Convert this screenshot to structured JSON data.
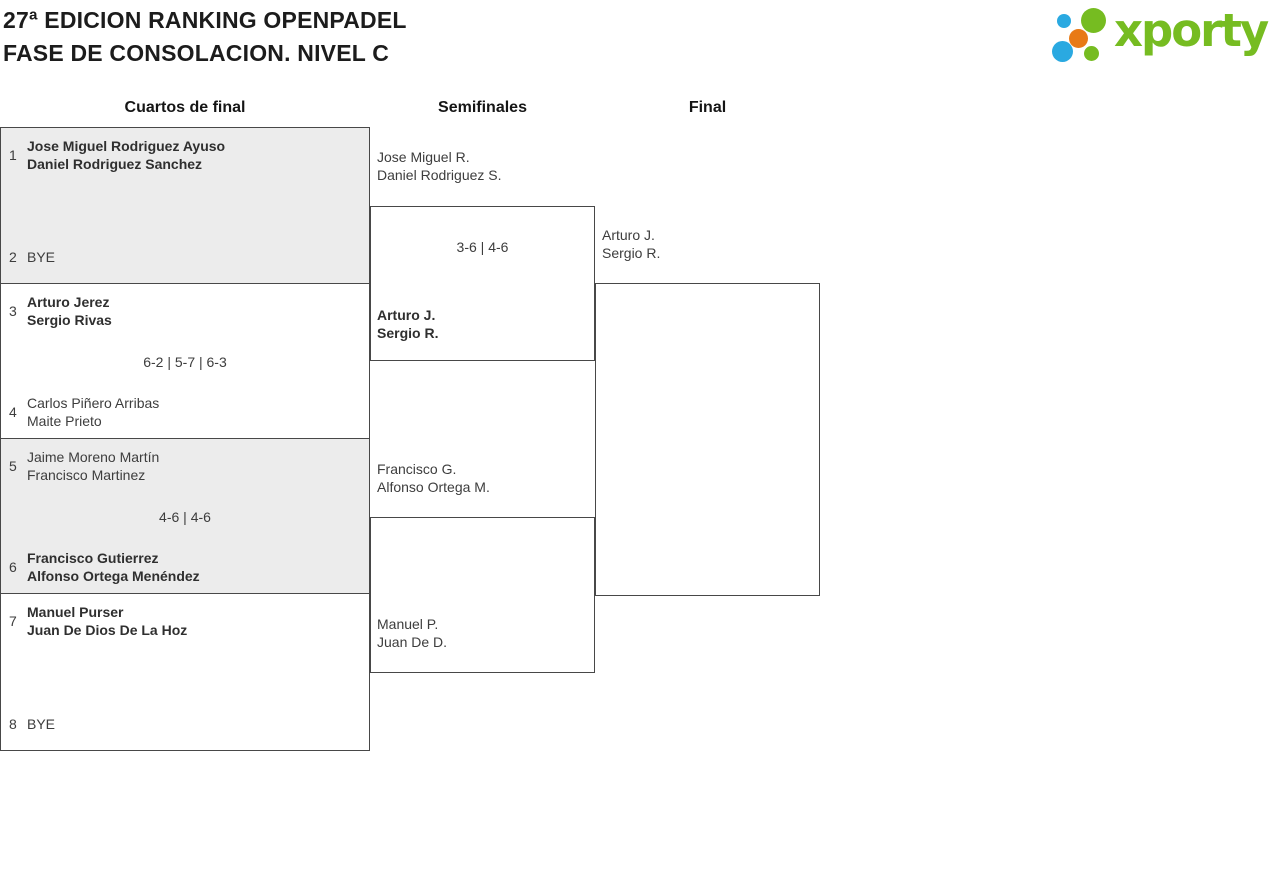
{
  "title": {
    "line1": "27ª EDICION RANKING OPENPADEL",
    "line2": "FASE DE CONSOLACION. NIVEL C"
  },
  "logo": {
    "brand": "xporty",
    "colors": {
      "green": "#76bc21",
      "blue": "#2aa9e1",
      "orange": "#e87a16"
    }
  },
  "rounds": [
    {
      "label": "Cuartos de final"
    },
    {
      "label": "Semifinales"
    },
    {
      "label": "Final"
    }
  ],
  "qf": [
    {
      "seedTop": "1",
      "t1": "Jose Miguel Rodriguez Ayuso",
      "t2": "Daniel Rodriguez Sanchez",
      "score": "",
      "seedBottom": "2",
      "b1": "BYE",
      "b2": ""
    },
    {
      "seedTop": "3",
      "t1": "Arturo Jerez",
      "t2": "Sergio Rivas",
      "score": "6-2 | 5-7 | 6-3",
      "seedBottom": "4",
      "b1": "Carlos Piñero Arribas",
      "b2": "Maite Prieto"
    },
    {
      "seedTop": "5",
      "t1": "Jaime Moreno Martín",
      "t2": "Francisco Martinez",
      "score": "4-6 | 4-6",
      "seedBottom": "6",
      "b1": "Francisco Gutierrez",
      "b2": "Alfonso Ortega Menéndez"
    },
    {
      "seedTop": "7",
      "t1": "Manuel Purser",
      "t2": "Juan De Dios De La Hoz",
      "score": "",
      "seedBottom": "8",
      "b1": "BYE",
      "b2": ""
    }
  ],
  "sf": [
    {
      "t1": "Jose Miguel R.",
      "t2": "Daniel Rodriguez S.",
      "score": "3-6 | 4-6",
      "b1": "Arturo J.",
      "b2": "Sergio R."
    },
    {
      "t1": "Francisco G.",
      "t2": "Alfonso Ortega M.",
      "score": "",
      "b1": "Manuel P.",
      "b2": "Juan De D."
    }
  ],
  "final": {
    "t1": "Arturo J.",
    "t2": "Sergio R."
  }
}
